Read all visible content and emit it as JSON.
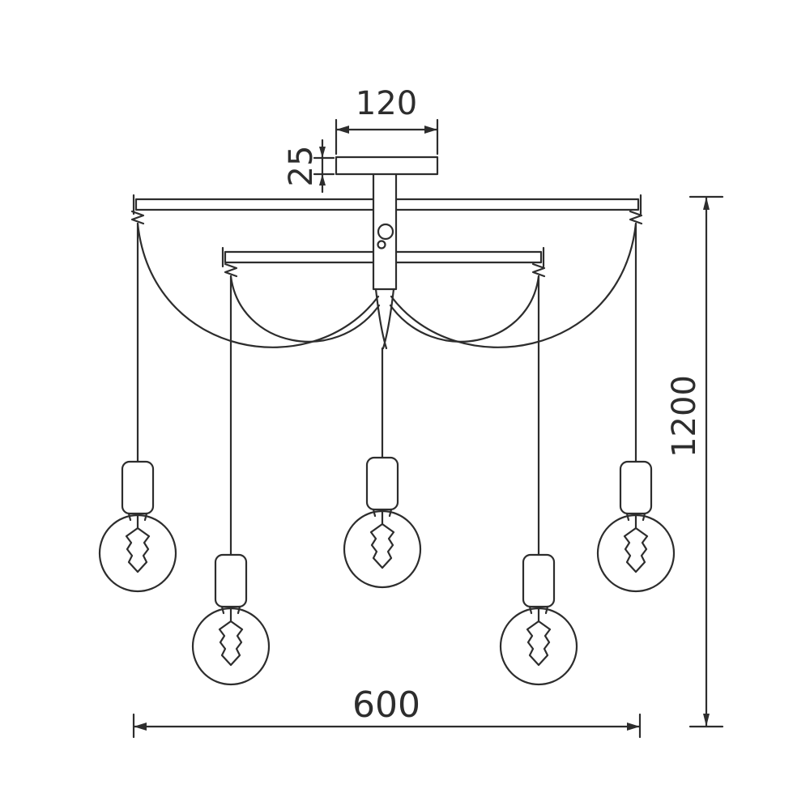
{
  "diagram": {
    "type": "technical_dimension_drawing",
    "subject": "five-bulb spider pendant chandelier line drawing",
    "line_color": "#2d2d2d",
    "background_color": "#ffffff",
    "bulb_count": 5,
    "dims": {
      "canopy_width": "120",
      "canopy_height": "25",
      "drop_height": "1200",
      "overall_width": "600"
    }
  }
}
